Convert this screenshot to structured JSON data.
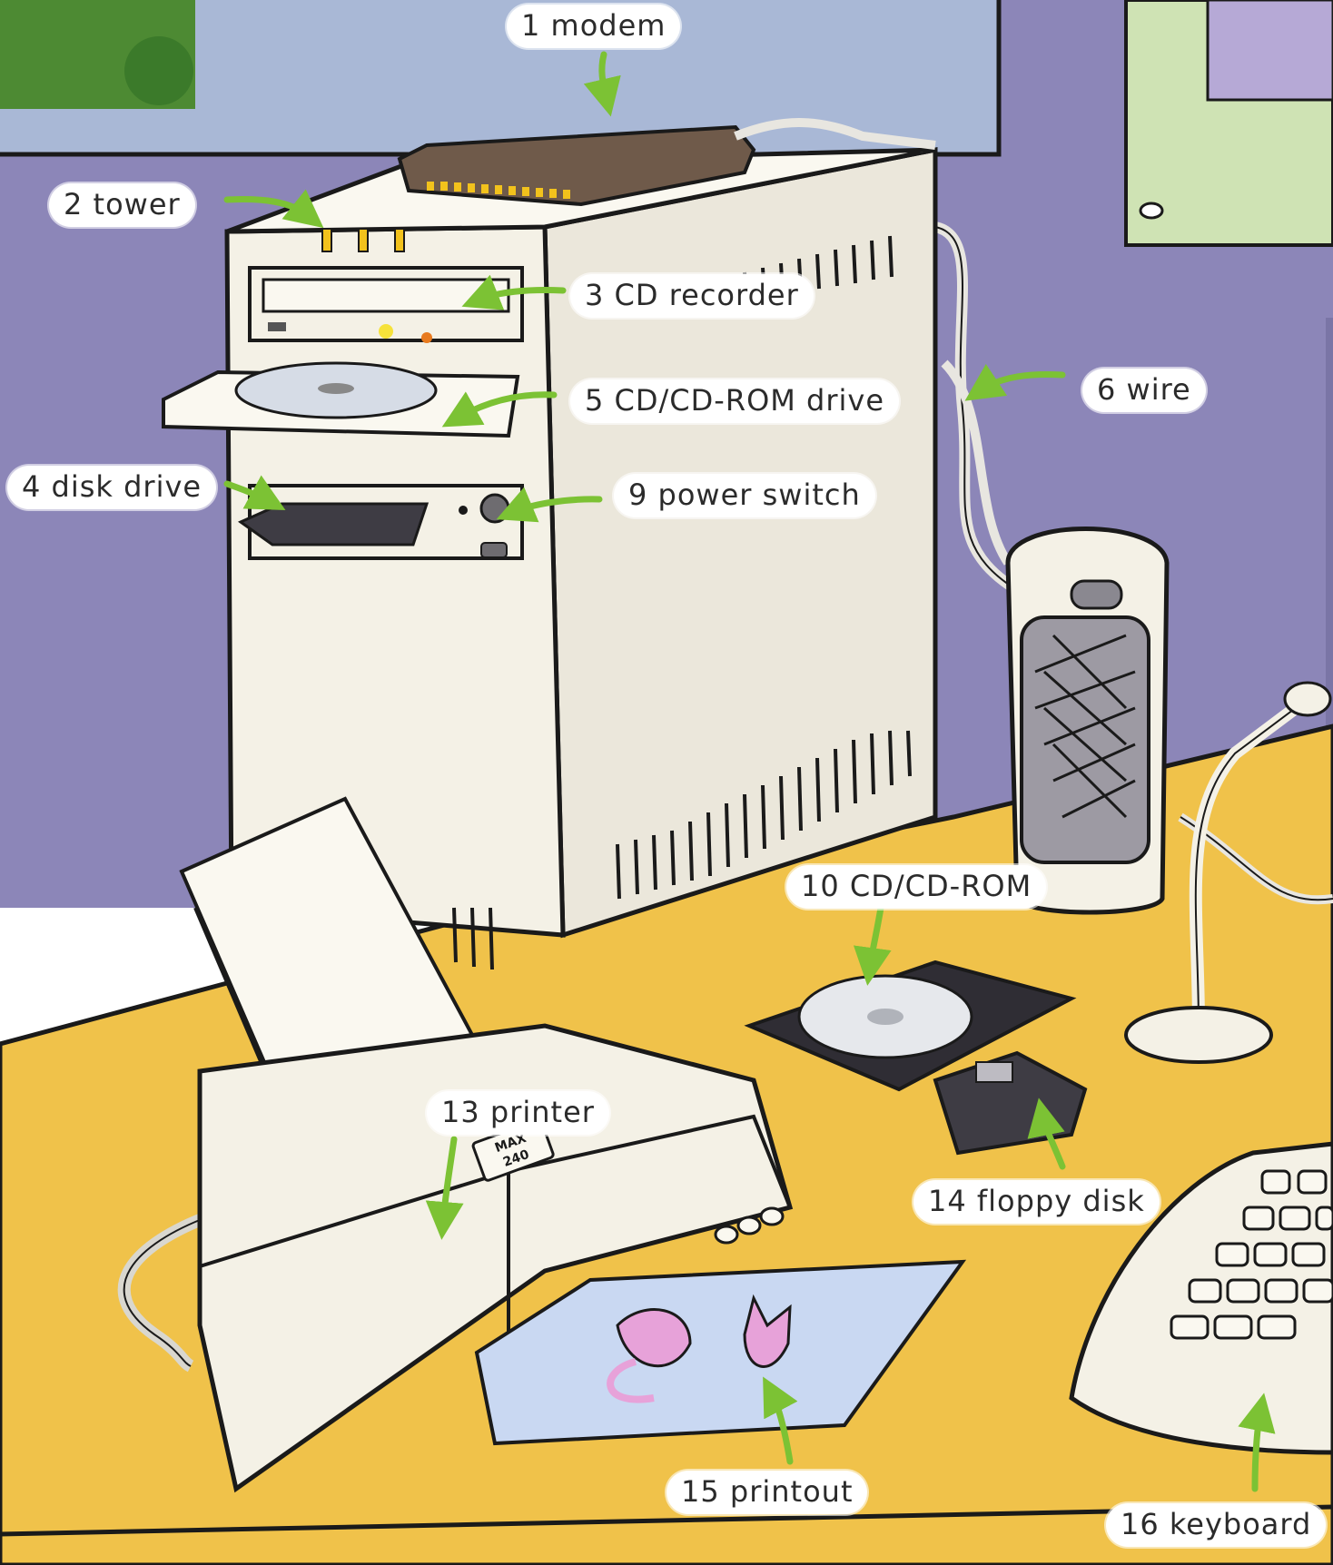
{
  "labels": {
    "modem": "1 modem",
    "tower": "2 tower",
    "cd_recorder": "3 CD recorder",
    "disk_drive": "4 disk drive",
    "cd_rom_drive": "5 CD/CD-ROM drive",
    "wire": "6 wire",
    "power_switch": "9 power switch",
    "cd_rom": "10 CD/CD-ROM",
    "printer": "13 printer",
    "floppy_disk": "14 floppy disk",
    "printout": "15 printout",
    "keyboard": "16 keyboard"
  },
  "printer_badge": {
    "line1": "MAX",
    "line2": "240"
  },
  "colors": {
    "wall": "#8c86b8",
    "desk": "#f0c24a",
    "window": "#a9b8d6",
    "board": "#cfe3b4",
    "tower": "#f4f1e6",
    "arrow": "#7cc234",
    "outline": "#1a1a1a",
    "printout_paper": "#c9d8f2",
    "cat": "#e7a2d9",
    "disk": "#3e3c44"
  }
}
